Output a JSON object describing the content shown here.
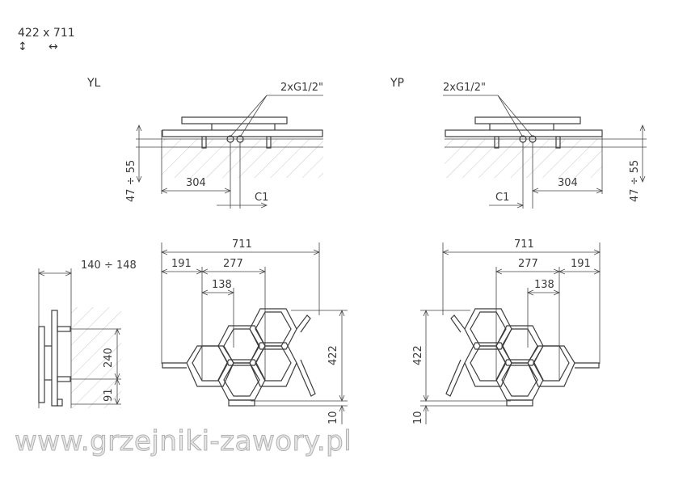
{
  "header": {
    "size": "422 x 711",
    "arrow_vertical": "↕",
    "arrow_horizontal": "↔"
  },
  "views": {
    "left_label": "YL",
    "right_label": "YP",
    "connection_left": "2xG1/2\"",
    "connection_right": "2xG1/2\""
  },
  "dimensions": {
    "mount_height": "47 ÷ 55",
    "offset": "304",
    "c1": "C1",
    "depth": "140 ÷ 148",
    "bracket_spacing": "240",
    "bracket_bottom": "91",
    "width": "711",
    "left_to_pipe": "191",
    "pipe_spacing_a": "277",
    "pipe_spacing_b": "138",
    "height": "422",
    "bottom_gap": "10"
  },
  "watermark": "www.grzejniki-zawory.pl"
}
